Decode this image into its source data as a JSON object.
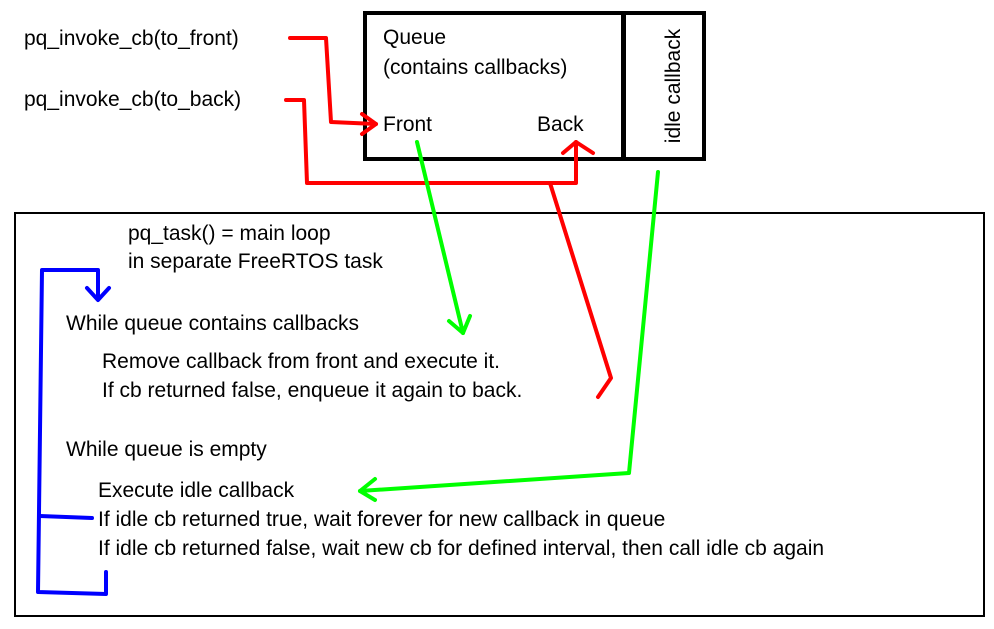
{
  "inputs": {
    "invoke_front": "pq_invoke_cb(to_front)",
    "invoke_back": "pq_invoke_cb(to_back)"
  },
  "queue": {
    "title": "Queue",
    "subtitle": "(contains callbacks)",
    "front": "Front",
    "back": "Back",
    "idle": "idle callback"
  },
  "task": {
    "title_line1": "pq_task() = main loop",
    "title_line2": "in separate FreeRTOS task",
    "while_callbacks": "While queue contains callbacks",
    "remove_line": "Remove callback from front and execute it.",
    "requeue_line": "If cb returned false, enqueue it again to back.",
    "while_empty": "While queue is empty",
    "exec_idle": "Execute idle callback",
    "idle_true": "If idle cb returned true, wait forever for new callback in queue",
    "idle_false": "If idle cb returned false, wait new cb for defined interval, then call idle cb again"
  },
  "colors": {
    "red_arrow": "#ff0000",
    "green_arrow": "#00ff00",
    "blue_loop": "#0000ff",
    "outline": "#000000"
  }
}
